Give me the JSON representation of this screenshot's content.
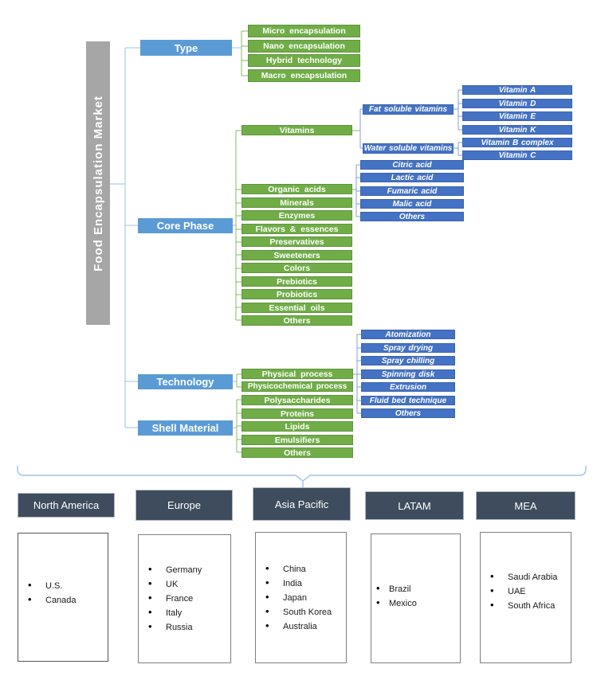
{
  "title": "Food Encapsulation Market",
  "colors": {
    "category_blue": "#5B9BD5",
    "segment_green": "#70AD47",
    "leaf_blue": "#4472C4",
    "title_bar_gray": "#A6A6A6",
    "region_header": "#3E4C5E",
    "connector_blue": "#9DC3E6",
    "connector_green": "#84BC5C",
    "connector_leaf_blue": "#7F9FDB"
  },
  "tree": {
    "type": {
      "label": "Type",
      "children": [
        "Micro encapsulation",
        "Nano encapsulation",
        "Hybrid technology",
        "Macro encapsulation"
      ]
    },
    "core_phase": {
      "label": "Core Phase",
      "children": [
        "Vitamins",
        "Organic acids",
        "Minerals",
        "Enzymes",
        "Flavors & essences",
        "Preservatives",
        "Sweeteners",
        "Colors",
        "Prebiotics",
        "Probiotics",
        "Essential oils",
        "Others"
      ]
    },
    "vitamin_groups": {
      "fat": {
        "label": "Fat soluble vitamins",
        "children": [
          "Vitamin A",
          "Vitamin D",
          "Vitamin E",
          "Vitamin K"
        ]
      },
      "water": {
        "label": "Water soluble vitamins",
        "children": [
          "Vitamin B complex",
          "Vitamin C"
        ]
      }
    },
    "organic_acid_children": [
      "Citric acid",
      "Lactic acid",
      "Fumaric acid",
      "Malic acid",
      "Others"
    ],
    "technology": {
      "label": "Technology",
      "children": [
        "Physical process",
        "Physicochemical process"
      ]
    },
    "process_children": [
      "Atomization",
      "Spray drying",
      "Spray chilling",
      "Spinning disk",
      "Extrusion",
      "Fluid bed technique",
      "Others"
    ],
    "shell_material": {
      "label": "Shell Material",
      "children": [
        "Polysaccharides",
        "Proteins",
        "Lipids",
        "Emulsifiers",
        "Others"
      ]
    }
  },
  "regions": [
    {
      "label": "North America",
      "countries": [
        "U.S.",
        "Canada"
      ]
    },
    {
      "label": "Europe",
      "countries": [
        "Germany",
        "UK",
        "France",
        "Italy",
        "Russia"
      ]
    },
    {
      "label": "Asia Pacific",
      "countries": [
        "China",
        "India",
        "Japan",
        "South Korea",
        "Australia"
      ]
    },
    {
      "label": "LATAM",
      "countries": [
        "Brazil",
        "Mexico"
      ]
    },
    {
      "label": "MEA",
      "countries": [
        "Saudi Arabia",
        "UAE",
        "South Africa"
      ]
    }
  ]
}
